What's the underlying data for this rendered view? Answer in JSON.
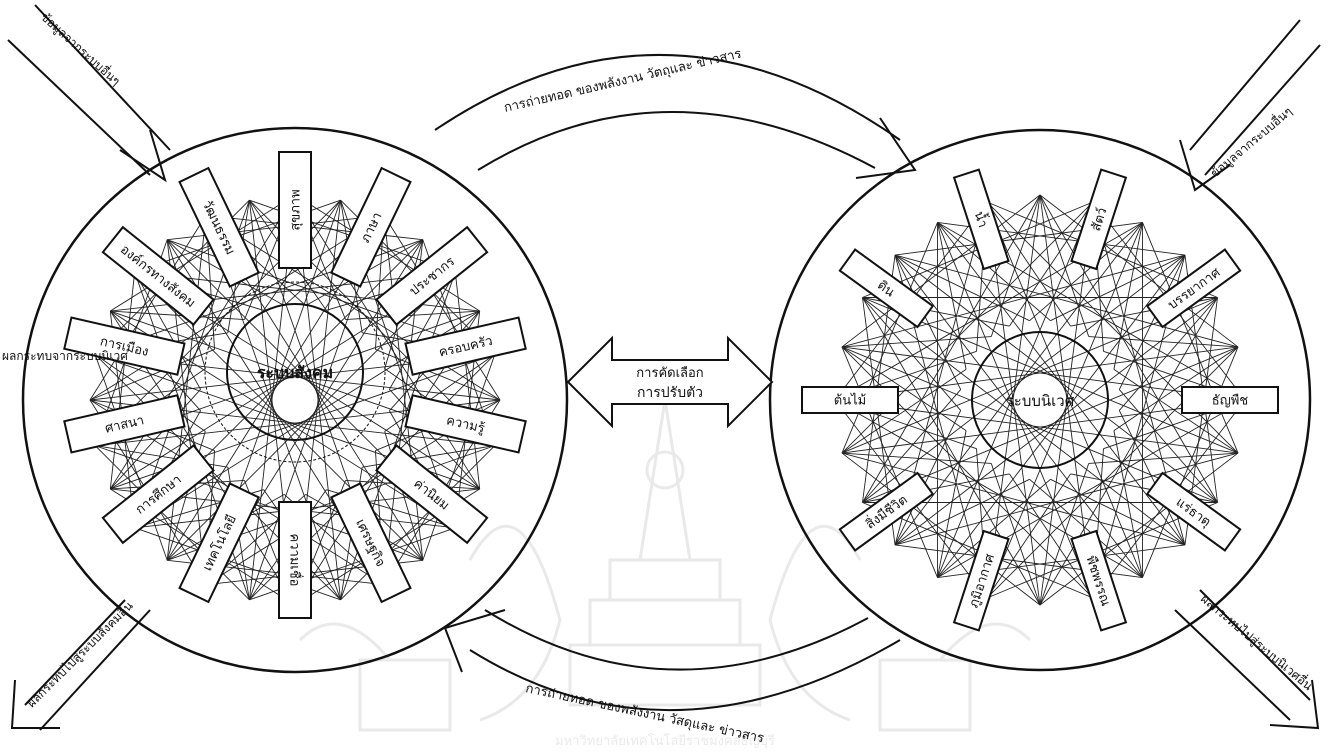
{
  "social_system": {
    "center_label": "ระบบสังคม",
    "components": [
      "สุขภาพ",
      "ภาษา",
      "ประชากร",
      "ครอบครัว",
      "ความรู้",
      "ค่านิยม",
      "เศรษฐกิจ",
      "ความเชื่อ",
      "เทคโนโลยี",
      "การศึกษา",
      "ศาสนา",
      "การเมือง",
      "องค์กรทางสังคม",
      "วัฒนธรรม"
    ]
  },
  "ecosystem": {
    "center_label": "ระบบนิเวศ",
    "components": [
      "ต้นไม้",
      "ดิน",
      "น้ำ",
      "สัตว์",
      "บรรยากาศ",
      "ธัญพืช",
      "แร่ธาตุ",
      "พืชพรรณ",
      "ภูมิอากาศ",
      "สิ่งมีชีวิต"
    ]
  },
  "center_link": {
    "line1": "การคัดเลือก",
    "line2": "การปรับตัว"
  },
  "flows": {
    "top_arc": "การถ่ายทอด ของพลังงาน วัตถุและ ข่าวสาร",
    "bottom_arc": "การถ่ายทอด ของพลังงาน วัสดุและ ข่าวสาร"
  },
  "inputs": {
    "social_in": "ข้อมูลจากระบบอื่นๆ",
    "eco_in": "ข้อมูลจากระบบอื่นๆ"
  },
  "outputs": {
    "social_out": "ผลกระทบไปสู่ระบบสังคมอื่น",
    "eco_out": "ผลกระทบไปสู่ระบบนิเวศอื่น"
  },
  "side_label": "ผลกระทบจากระบบนิเวศ",
  "watermark_text": "มหาวิทยาลัยเทคโนโลยีราชมงคลธัญบุรี"
}
